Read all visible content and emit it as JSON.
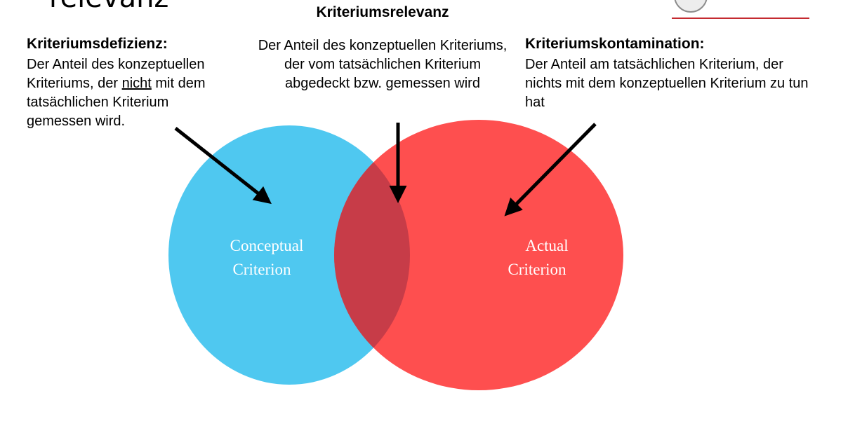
{
  "page": {
    "title_fragment": "relevanz"
  },
  "colors": {
    "conceptual": "#4fc8f0",
    "actual": "#fe4f4f",
    "overlap": "#c73c48",
    "accent_rule": "#c42a30"
  },
  "diagram": {
    "left": {
      "heading": "Kriteriumsdefizienz:",
      "text_before": "Der Anteil des konzeptuellen Kriteriums, der ",
      "emphasis": "nicht",
      "text_after": " mit dem tatsächlichen Kriterium gemessen wird."
    },
    "center": {
      "heading": "Kriteriumsrelevanz",
      "text": "Der Anteil des konzeptuellen Kriteriums, der vom tatsächlichen Kriterium abgedeckt bzw. gemessen wird"
    },
    "right": {
      "heading": "Kriteriumskontamination:",
      "text": "Der Anteil am tatsächlichen Kriterium, der nichts mit dem konzeptuellen Kriterium zu tun hat"
    },
    "circles": {
      "conceptual": {
        "line1": "Conceptual",
        "line2": "Criterion"
      },
      "actual": {
        "line1": "Actual",
        "line2": "Criterion"
      }
    }
  }
}
